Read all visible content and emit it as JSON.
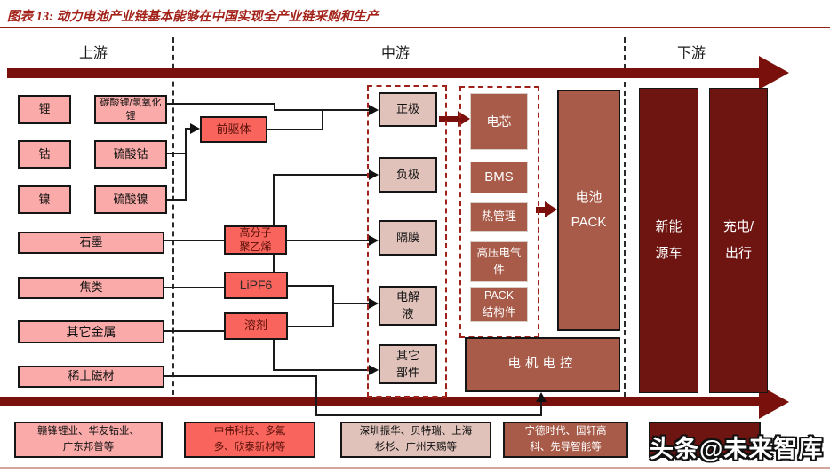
{
  "title": "图表 13: 动力电池产业链基本能够在中国实现全产业链采购和生产",
  "stages": {
    "upstream": "上游",
    "midstream": "中游",
    "downstream": "下游"
  },
  "upstream": {
    "metals": [
      "锂",
      "钴",
      "镍"
    ],
    "compounds": [
      "碳酸锂/氢氧化锂",
      "硫酸钴",
      "硫酸镍"
    ],
    "materials": [
      "石墨",
      "焦类",
      "其它金属",
      "稀土磁材"
    ]
  },
  "midstream": {
    "precursor": "前驱体",
    "intermediates": [
      "高分子聚乙烯",
      "LiPF6",
      "溶剂"
    ],
    "cell_materials": [
      "正极",
      "负极",
      "隔膜",
      "电解液",
      "其它部件"
    ],
    "pack_components": [
      "电芯",
      "BMS",
      "热管理",
      "高压电气件",
      "PACK结构件"
    ],
    "battery_pack": "电池PACK",
    "motor_control": "电机电控"
  },
  "downstream": {
    "items": [
      "新能源车",
      "充电/出行"
    ]
  },
  "companies": {
    "upstream": "赣锋锂业、华友钴业、广东邦普等",
    "precursor": "中伟科技、多氟多、欣泰新材等",
    "materials": "深圳振华、贝特瑞、上海杉杉、广州天赐等",
    "pack": "宁德时代、国轩高科、先导智能等"
  },
  "watermark": "头条@未来智库",
  "colors": {
    "pink": "#faaba9",
    "red": "#f9655c",
    "rose": "#e0c2ba",
    "terracotta": "#a85b49",
    "maroon": "#6e1411",
    "flow_arrow": "#7a100c",
    "title_red": "#a3231a",
    "dashed_group": "#9e211a"
  }
}
